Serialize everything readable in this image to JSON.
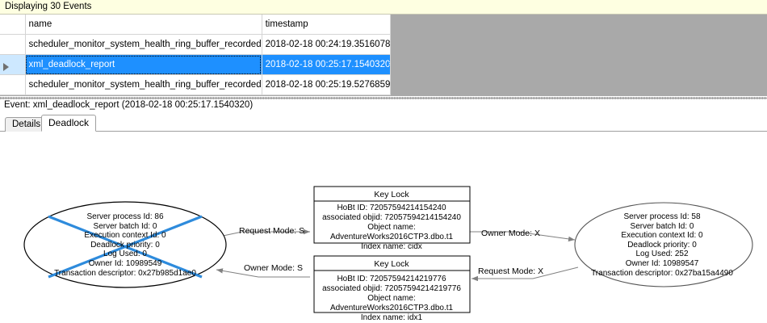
{
  "banner": {
    "text": "Displaying 30 Events"
  },
  "grid": {
    "columns": [
      "",
      "name",
      "timestamp"
    ],
    "rows": [
      {
        "indicator": "",
        "name": "scheduler_monitor_system_health_ring_buffer_recorded",
        "timestamp": "2018-02-18 00:24:19.3516078",
        "selected": false
      },
      {
        "indicator": "row-selector-arrow",
        "name": "xml_deadlock_report",
        "timestamp": "2018-02-18 00:25:17.1540320",
        "selected": true
      },
      {
        "indicator": "",
        "name": "scheduler_monitor_system_health_ring_buffer_recorded",
        "timestamp": "2018-02-18 00:25:19.5276859",
        "selected": false
      }
    ]
  },
  "event_caption": "Event: xml_deadlock_report (2018-02-18 00:25:17.1540320)",
  "tabs": [
    {
      "label": "Details",
      "active": false
    },
    {
      "label": "Deadlock",
      "active": true
    }
  ],
  "deadlock": {
    "process_left": {
      "lines": [
        "Server process Id: 86",
        "Server batch Id: 0",
        "Execution context Id: 0",
        "Deadlock priority: 0",
        "Log Used: 0",
        "Owner Id: 10989549",
        "Transaction descriptor: 0x27b985d1ae0"
      ],
      "victim": true,
      "victim_cross_color": "#2e8bdc"
    },
    "process_right": {
      "lines": [
        "Server process Id: 58",
        "Server batch Id: 0",
        "Execution context Id: 0",
        "Deadlock priority: 0",
        "Log Used: 252",
        "Owner Id: 10989547",
        "Transaction descriptor: 0x27ba15a4490"
      ],
      "victim": false
    },
    "lock_top": {
      "title": "Key Lock",
      "lines": [
        "HoBt ID: 72057594214154240",
        "associated objid: 72057594214154240",
        "Object name: AdventureWorks2016CTP3.dbo.t1",
        "Index name: cidx"
      ]
    },
    "lock_bottom": {
      "title": "Key Lock",
      "lines": [
        "HoBt ID: 72057594214219776",
        "associated objid: 72057594214219776",
        "Object name: AdventureWorks2016CTP3.dbo.t1",
        "Index name: idx1"
      ]
    },
    "edges": [
      {
        "id": "request-s",
        "label": "Request Mode: S",
        "from": "process_left",
        "to": "lock_top",
        "direction": "right"
      },
      {
        "id": "owner-x",
        "label": "Owner Mode: X",
        "from": "lock_top",
        "to": "process_right",
        "direction": "right"
      },
      {
        "id": "owner-s",
        "label": "Owner Mode: S",
        "from": "lock_bottom",
        "to": "process_left",
        "direction": "left"
      },
      {
        "id": "request-x",
        "label": "Request Mode: X",
        "from": "process_right",
        "to": "lock_bottom",
        "direction": "left"
      }
    ]
  },
  "colors": {
    "banner_background": "#feffe1",
    "selection_background": "#1e90ff",
    "grid_empty_background": "#a9a9a9",
    "victim_cross": "#2e8bdc",
    "edge_stroke": "#808080"
  }
}
